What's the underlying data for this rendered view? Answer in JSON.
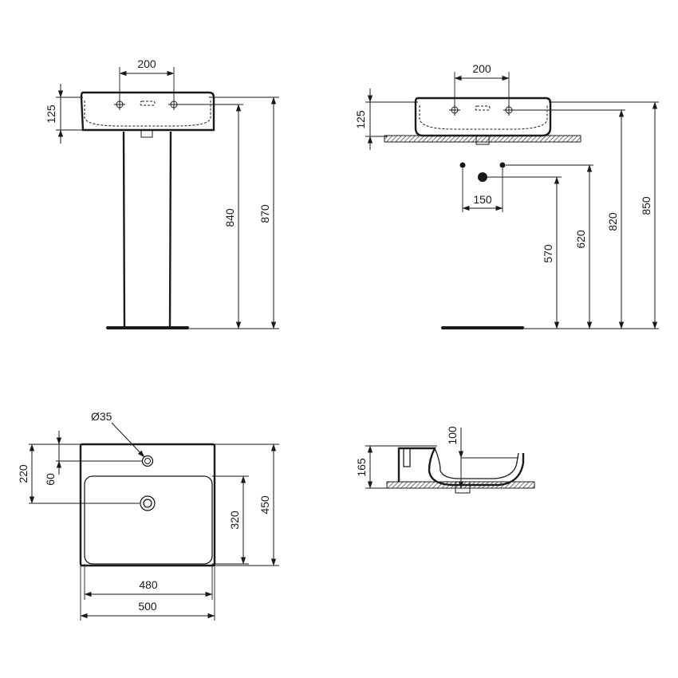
{
  "front_view": {
    "tap_spacing": "200",
    "basin_height": "125",
    "rim_height": "840",
    "total_height": "870"
  },
  "side_view": {
    "tap_spacing": "200",
    "basin_height": "125",
    "outlet_spacing": "150",
    "outlet_height_center": "570",
    "outlet_height_side": "620",
    "rim_height": "820",
    "total_height": "850"
  },
  "top_view": {
    "tap_hole_diameter": "Ø35",
    "back_to_tap_distance": "60",
    "back_to_waste_distance": "220",
    "bowl_depth": "320",
    "overall_depth": "450",
    "bowl_width": "480",
    "overall_width": "500"
  },
  "section_view": {
    "bowl_height": "100",
    "overall_height": "165"
  }
}
